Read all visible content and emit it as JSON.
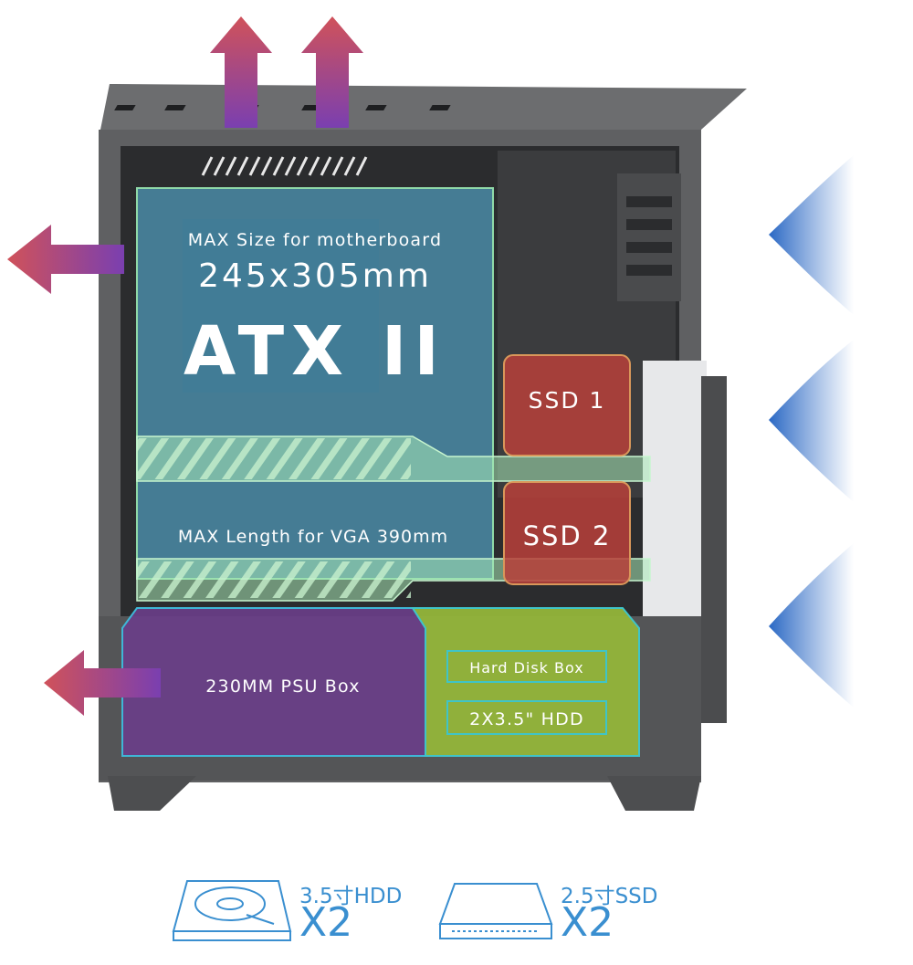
{
  "diagram": {
    "motherboard": {
      "label": "MAX Size for motherboard",
      "size": "245x305mm",
      "form_factor": "ATX II"
    },
    "vga": {
      "label": "MAX Length for VGA 390mm"
    },
    "ssd_slots": [
      {
        "label": "SSD 1"
      },
      {
        "label": "SSD 2"
      }
    ],
    "psu": {
      "label": "230MM PSU Box"
    },
    "hard_disk_box": {
      "label": "Hard Disk Box",
      "capacity": "2X3.5\" HDD"
    },
    "airflow": {
      "intake_arrows": 3,
      "exhaust_arrows": 4,
      "intake_color": "#2f6fc9",
      "exhaust_color": "#c94a5a"
    }
  },
  "legend": {
    "hdd": {
      "label": "3.5寸HDD",
      "qty": "X2",
      "icon": "hdd-icon"
    },
    "ssd": {
      "label": "2.5寸SSD",
      "qty": "X2",
      "icon": "ssd-icon"
    }
  },
  "colors": {
    "case": "#5f6062",
    "motherboard_zone": "#3f8aa8",
    "gpu_zone": "#8fe0a0",
    "ssd_zone": "#b8403a",
    "psu_zone": "#6a3e8a",
    "hdd_zone": "#93b53a",
    "accent_text": "#3a8fd0"
  }
}
